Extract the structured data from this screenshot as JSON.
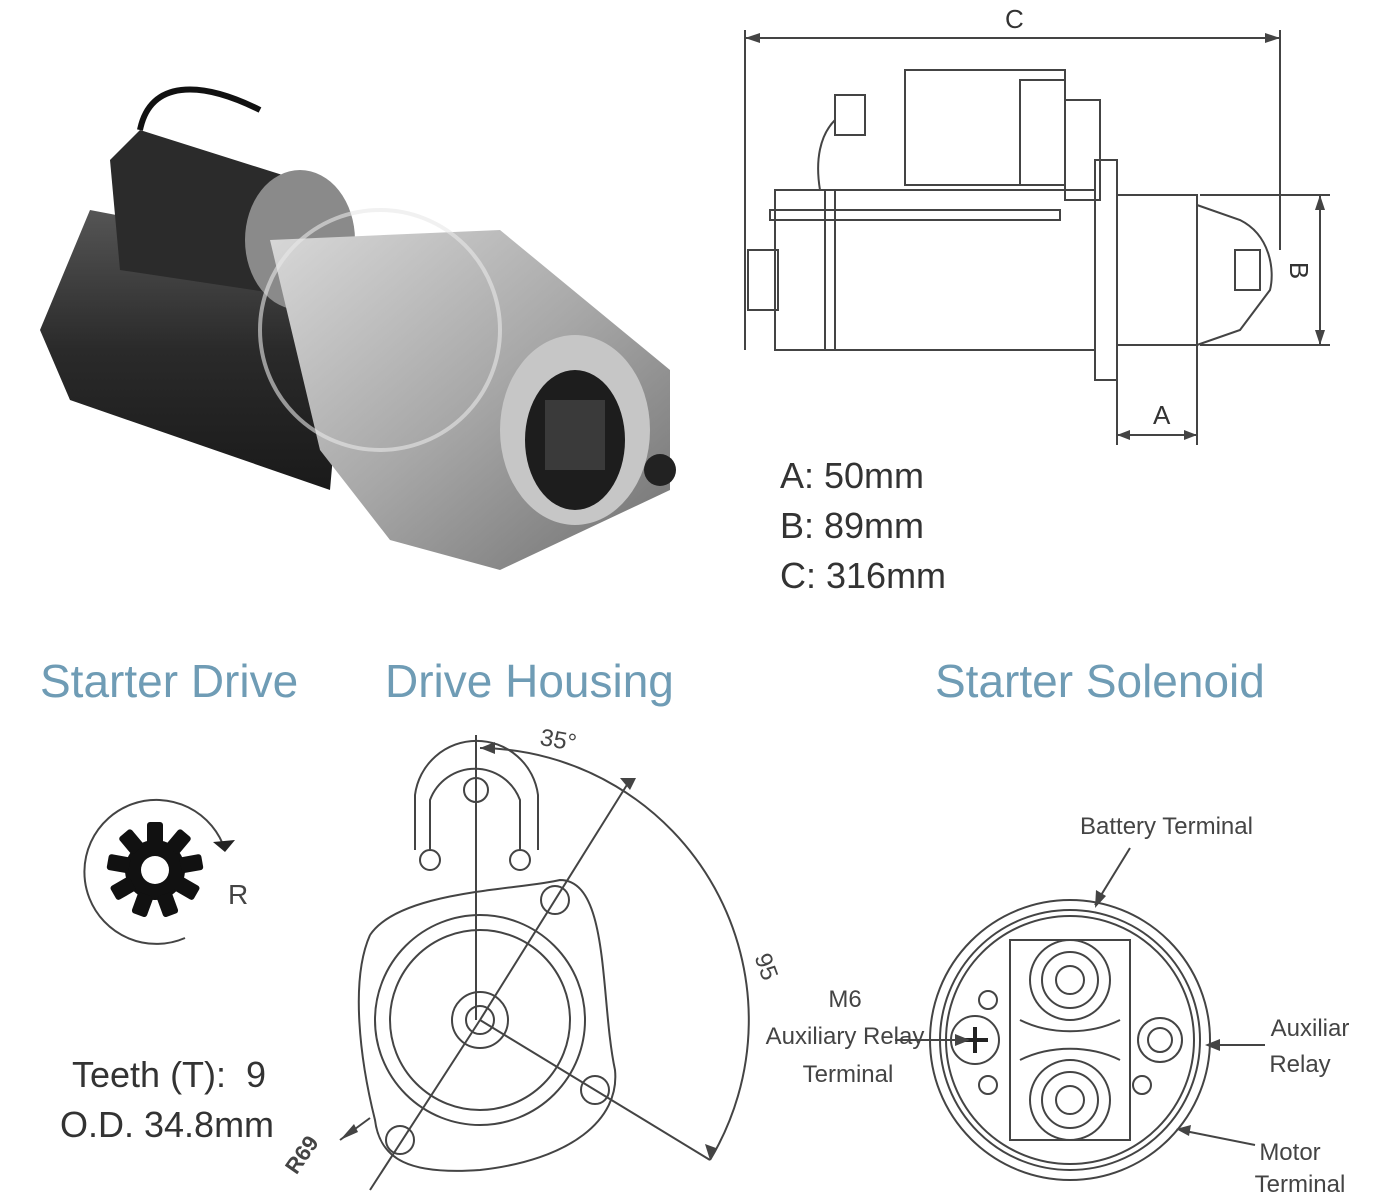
{
  "dimensions": {
    "labels": {
      "a": "A",
      "b": "B",
      "c": "C"
    },
    "values": [
      "A: 50mm",
      "B: 89mm",
      "C: 316mm"
    ]
  },
  "sections": {
    "starter_drive": {
      "title": "Starter Drive",
      "rotation_label": "R",
      "teeth": "Teeth (T):  9",
      "od": "O.D. 34.8mm"
    },
    "drive_housing": {
      "title": "Drive Housing",
      "angle": "35°",
      "radius_label": "R69",
      "diameter_label": "95"
    },
    "starter_solenoid": {
      "title": "Starter Solenoid",
      "battery_terminal": "Battery Terminal",
      "m6_label": "M6",
      "aux_relay_terminal_1": "Auxiliary Relay",
      "aux_relay_terminal_2": "Terminal",
      "auxiliar_relay_1": "Auxiliar",
      "auxiliar_relay_2": "Relay",
      "motor_terminal_1": "Motor",
      "motor_terminal_2": "Terminal"
    }
  }
}
